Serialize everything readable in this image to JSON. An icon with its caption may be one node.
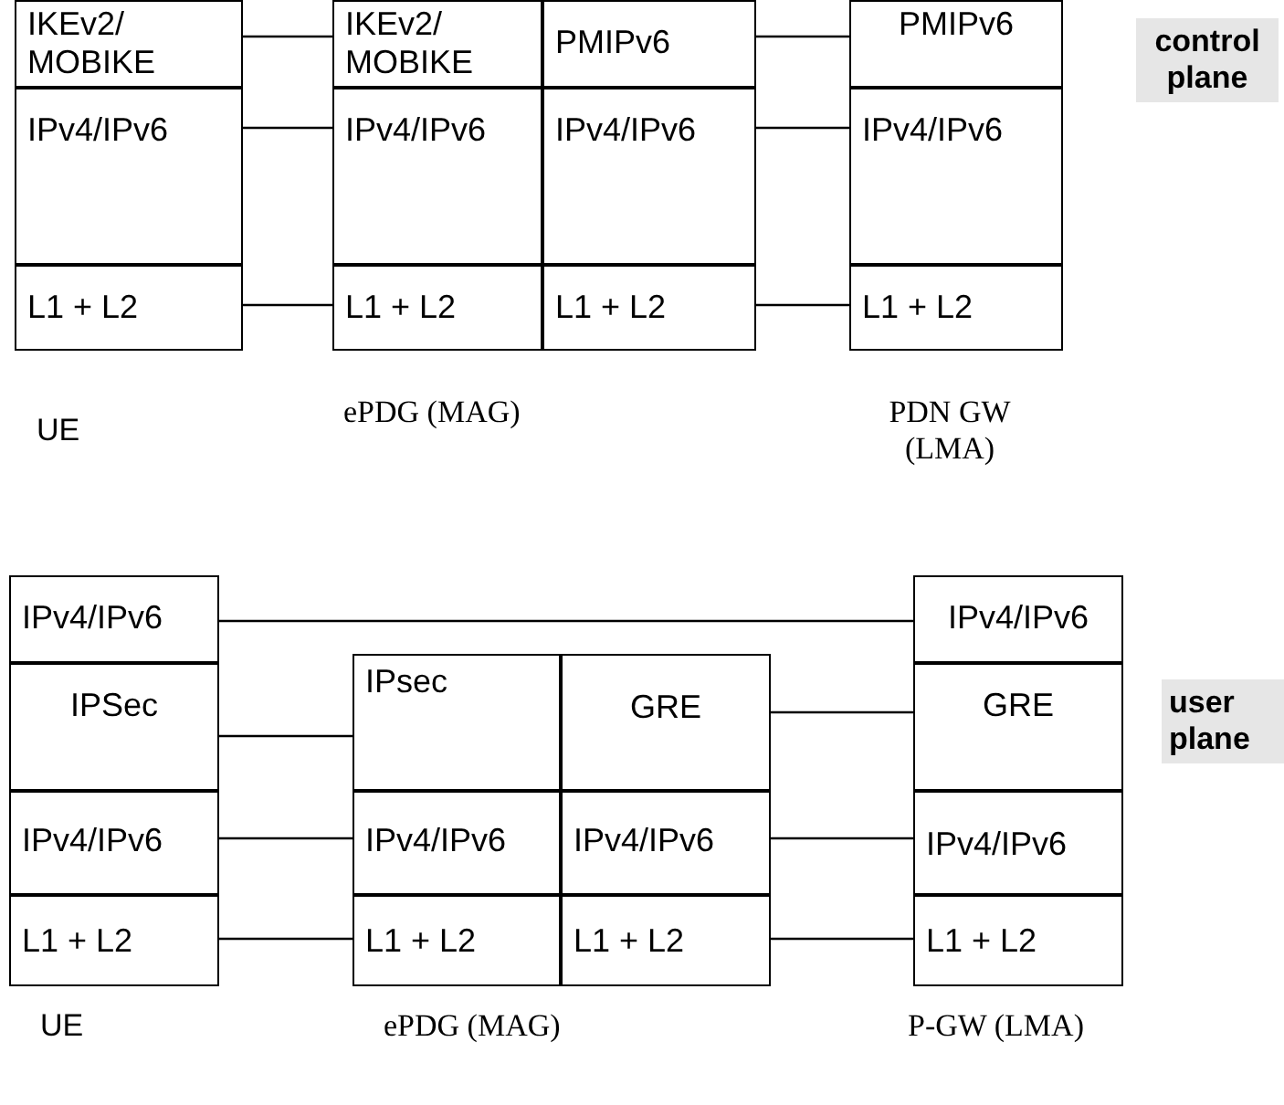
{
  "diagram": {
    "nodes": [
      {
        "text": [
          "IKEv2/ MOBIKE"
        ]
      },
      {
        "text": [
          "IPv4/IPv6"
        ]
      },
      {
        "text": [
          "L1 + L2"
        ]
      },
      {
        "text": [
          "IKEv2/ MOBIKE"
        ]
      },
      {
        "text": [
          "PMIPv6"
        ]
      },
      {
        "text": [
          "IPv4/IPv6"
        ]
      },
      {
        "text": [
          "IPv4/IPv6"
        ]
      },
      {
        "text": [
          "L1 + L2"
        ]
      },
      {
        "text": [
          "L1 + L2"
        ]
      },
      {
        "text": [
          "PMIPv6"
        ]
      },
      {
        "text": [
          "IPv4/IPv6"
        ]
      },
      {
        "text": [
          "L1 + L2"
        ]
      },
      {
        "text": [
          "IPv4/IPv6"
        ]
      },
      {
        "text": [
          "IPSec"
        ]
      },
      {
        "text": [
          "IPv4/IPv6"
        ]
      },
      {
        "text": [
          "L1 + L2"
        ]
      },
      {
        "text": [
          "IPsec"
        ]
      },
      {
        "text": [
          "GRE"
        ]
      },
      {
        "text": [
          "IPv4/IPv6"
        ]
      },
      {
        "text": [
          "IPv4/IPv6"
        ]
      },
      {
        "text": [
          "L1 + L2"
        ]
      },
      {
        "text": [
          "L1 + L2"
        ]
      },
      {
        "text": [
          "IPv4/IPv6"
        ]
      },
      {
        "text": [
          "GRE"
        ]
      },
      {
        "text": [
          "IPv4/IPv6"
        ]
      },
      {
        "text": [
          "L1 + L2"
        ]
      }
    ],
    "edges": [
      {
        "from": 0,
        "to": 3,
        "arrow": "none"
      },
      {
        "from": 1,
        "to": 5,
        "arrow": "none"
      },
      {
        "from": 2,
        "to": 7,
        "arrow": "none"
      },
      {
        "from": 4,
        "to": 9,
        "arrow": "none"
      },
      {
        "from": 6,
        "to": 10,
        "arrow": "none"
      },
      {
        "from": 8,
        "to": 11,
        "arrow": "none"
      },
      {
        "from": 12,
        "to": 22,
        "arrow": "none"
      },
      {
        "from": 13,
        "to": 16,
        "arrow": "none"
      },
      {
        "from": 14,
        "to": 18,
        "arrow": "none"
      },
      {
        "from": 15,
        "to": 20,
        "arrow": "none"
      },
      {
        "from": 17,
        "to": 23,
        "arrow": "none"
      },
      {
        "from": 19,
        "to": 24,
        "arrow": "none"
      },
      {
        "from": 21,
        "to": 25,
        "arrow": "none"
      }
    ],
    "labels": [
      "control plane",
      "UE",
      "ePDG (MAG)",
      "PDN GW (LMA)",
      "user plane",
      "UE",
      "ePDG (MAG)",
      "P-GW (LMA)"
    ]
  }
}
